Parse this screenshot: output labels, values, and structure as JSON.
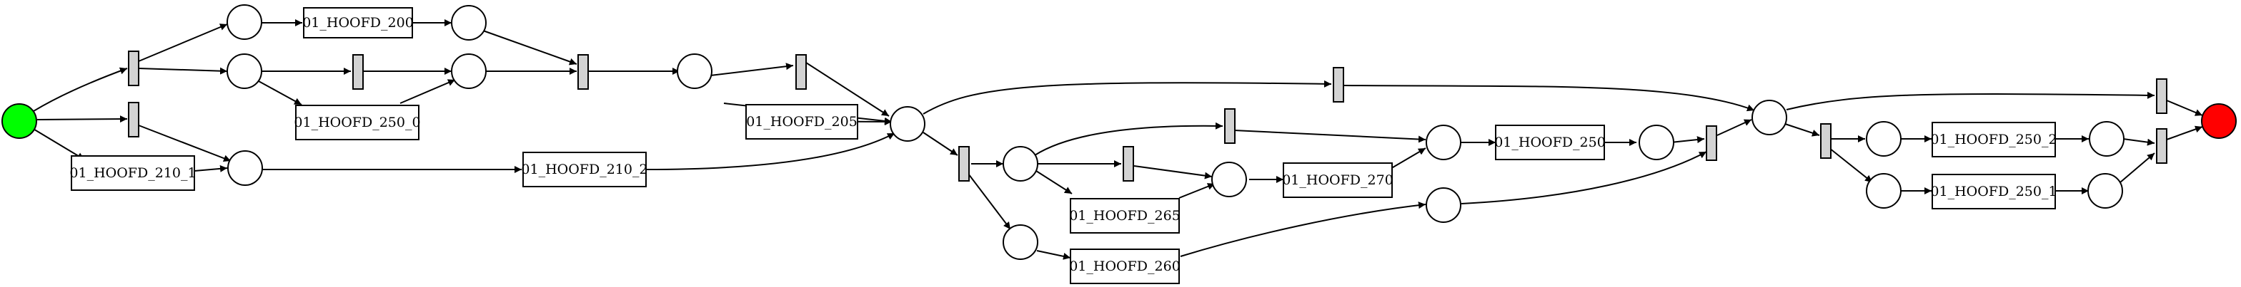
{
  "diagram": {
    "type": "petri-net",
    "transitions": [
      {
        "id": "t200",
        "label": "01_HOOFD_200"
      },
      {
        "id": "t250_0",
        "label": "01_HOOFD_250_0"
      },
      {
        "id": "t210_1",
        "label": "01_HOOFD_210_1"
      },
      {
        "id": "t210_2",
        "label": "01_HOOFD_210_2"
      },
      {
        "id": "t205",
        "label": "01_HOOFD_205"
      },
      {
        "id": "t265",
        "label": "01_HOOFD_265"
      },
      {
        "id": "t270",
        "label": "01_HOOFD_270"
      },
      {
        "id": "t260",
        "label": "01_HOOFD_260"
      },
      {
        "id": "t250",
        "label": "01_HOOFD_250"
      },
      {
        "id": "t250_2",
        "label": "01_HOOFD_250_2"
      },
      {
        "id": "t250_1",
        "label": "01_HOOFD_250_1"
      }
    ],
    "colors": {
      "source_place": "#00ff00",
      "sink_place": "#ff0000",
      "silent_transition": "#d3d3d3",
      "stroke": "#000000"
    }
  }
}
